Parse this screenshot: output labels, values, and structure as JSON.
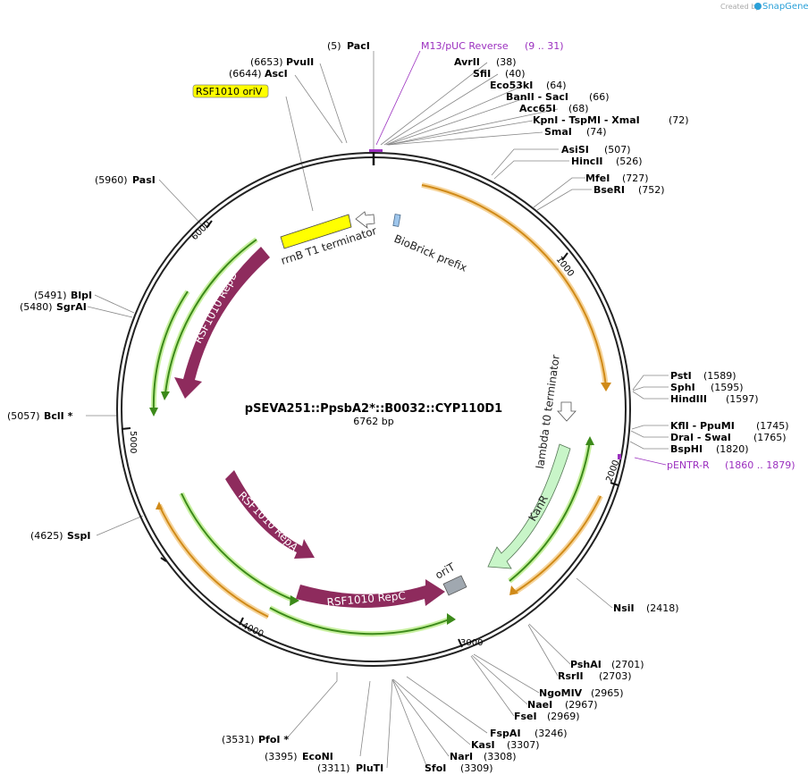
{
  "credit": {
    "prefix": "Created by",
    "brand": "SnapGene"
  },
  "plasmid": {
    "name": "pSEVA251::PpsbA2*::B0032::CYP110D1",
    "length": "6762 bp"
  },
  "colors": {
    "backbone": "#222222",
    "repB": "#8e2b5d",
    "repA": "#8e2b5d",
    "repC": "#8e2b5d",
    "kanr": "#c8f5c8",
    "terminator": "#ffffff",
    "oriV": "#ffff00",
    "oriT": "#a0a8b0",
    "biobrick": "#9ec6ec",
    "orf_green": "#3c8a1a",
    "orf_orange": "#d08a18",
    "primer": "#9b2fbf"
  },
  "ticks": [
    "1000",
    "2000",
    "3000",
    "4000",
    "5000",
    "6000"
  ],
  "features": {
    "rrnB": "rrnB T1 terminator",
    "biobrick": "BioBrick prefix",
    "lambda": "lambda t0 terminator",
    "kanr": "KanR",
    "oriT": "oriT",
    "repB": "RSF1010 RepB",
    "repA": "RSF1010 RepA",
    "repC": "RSF1010 RepC",
    "oriV": "RSF1010 oriV"
  },
  "sites": [
    {
      "id": "pacI",
      "name": "PacI",
      "pos": "(5)"
    },
    {
      "id": "pvuII",
      "name": "PvuII",
      "pos": "(6653)"
    },
    {
      "id": "ascI",
      "name": "AscI",
      "pos": "(6644)"
    },
    {
      "id": "avrII",
      "name": "AvrII",
      "pos": "(38)"
    },
    {
      "id": "sfiI",
      "name": "SfiI",
      "pos": "(40)"
    },
    {
      "id": "eco53kI",
      "name": "Eco53kI",
      "pos": "(64)"
    },
    {
      "id": "banII",
      "name": "BanII  - SacI",
      "pos": "(66)"
    },
    {
      "id": "acc65I",
      "name": "Acc65I",
      "pos": "(68)"
    },
    {
      "id": "kpnI",
      "name": "KpnI  - TspMI   - XmaI",
      "pos": "(72)"
    },
    {
      "id": "smaI",
      "name": "SmaI",
      "pos": "(74)"
    },
    {
      "id": "asiSI",
      "name": "AsiSI",
      "pos": "(507)"
    },
    {
      "id": "hincII",
      "name": "HincII",
      "pos": "(526)"
    },
    {
      "id": "mfeI",
      "name": "MfeI",
      "pos": "(727)"
    },
    {
      "id": "bseRI",
      "name": "BseRI",
      "pos": "(752)"
    },
    {
      "id": "pstI",
      "name": "PstI",
      "pos": "(1589)"
    },
    {
      "id": "sphI",
      "name": "SphI",
      "pos": "(1595)"
    },
    {
      "id": "hindIII",
      "name": "HindIII",
      "pos": "(1597)"
    },
    {
      "id": "kflI",
      "name": "KflI  - PpuMI",
      "pos": "(1745)"
    },
    {
      "id": "draI",
      "name": "DraI  - SwaI",
      "pos": "(1765)"
    },
    {
      "id": "bspHI",
      "name": "BspHI",
      "pos": "(1820)"
    },
    {
      "id": "nsiI",
      "name": "NsiI",
      "pos": "(2418)"
    },
    {
      "id": "pshAI",
      "name": "PshAI",
      "pos": "(2701)"
    },
    {
      "id": "rsrII",
      "name": "RsrII",
      "pos": "(2703)"
    },
    {
      "id": "ngoMIV",
      "name": "NgoMIV",
      "pos": "(2965)"
    },
    {
      "id": "naeI",
      "name": "NaeI",
      "pos": "(2967)"
    },
    {
      "id": "fseI",
      "name": "FseI",
      "pos": "(2969)"
    },
    {
      "id": "fspAI",
      "name": "FspAI",
      "pos": "(3246)"
    },
    {
      "id": "kasI",
      "name": "KasI",
      "pos": "(3307)"
    },
    {
      "id": "narI",
      "name": "NarI",
      "pos": "(3308)"
    },
    {
      "id": "sfoI",
      "name": "SfoI",
      "pos": "(3309)"
    },
    {
      "id": "pluTI",
      "name": "PluTI",
      "pos": "(3311)"
    },
    {
      "id": "ecoNI",
      "name": "EcoNI",
      "pos": "(3395)"
    },
    {
      "id": "pfoI",
      "name": "PfoI *",
      "pos": "(3531)"
    },
    {
      "id": "sspI",
      "name": "SspI",
      "pos": "(4625)"
    },
    {
      "id": "bclI",
      "name": "BclI *",
      "pos": "(5057)"
    },
    {
      "id": "blpI",
      "name": "BlpI",
      "pos": "(5491)"
    },
    {
      "id": "sgrAI",
      "name": "SgrAI",
      "pos": "(5480)"
    },
    {
      "id": "pasI",
      "name": "PasI",
      "pos": "(5960)"
    }
  ],
  "primers": [
    {
      "id": "m13",
      "name": "M13/pUC Reverse",
      "range": "(9 .. 31)"
    },
    {
      "id": "pentr",
      "name": "pENTR-R",
      "range": "(1860 .. 1879)"
    }
  ]
}
